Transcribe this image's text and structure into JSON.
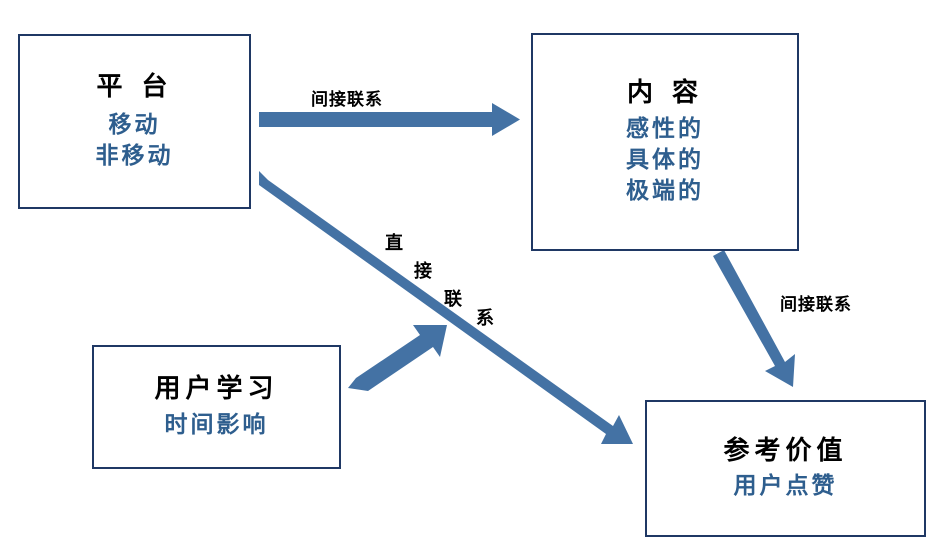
{
  "diagram": {
    "type": "flow-diagram",
    "palette": {
      "box_border": "#1F3864",
      "arrow_blue": "#4472A4",
      "subtitle_blue": "#2E5E8E",
      "title_black": "#000000",
      "background": "#FFFFFF"
    },
    "nodes": [
      {
        "id": "platform",
        "title": "平 台",
        "subtitles": [
          "移动",
          "非移动"
        ]
      },
      {
        "id": "content",
        "title": "内 容",
        "subtitles": [
          "感性的",
          "具体的",
          "极端的"
        ]
      },
      {
        "id": "learning",
        "title": "用户学习",
        "subtitles": [
          "时间影响"
        ]
      },
      {
        "id": "reference",
        "title": "参考价值",
        "subtitles": [
          "用户点赞"
        ]
      }
    ],
    "edges": [
      {
        "id": "platform-to-content",
        "label": "间接联系",
        "from": "platform",
        "to": "content",
        "style": "horizontal-right"
      },
      {
        "id": "platform-to-reference",
        "label": "直接联系",
        "label_chars": [
          "直",
          "接",
          "联",
          "系"
        ],
        "from": "platform",
        "to": "reference",
        "style": "diagonal-down-right"
      },
      {
        "id": "learning-to-platform-edge",
        "label": "",
        "from": "learning",
        "to": "platform-to-reference",
        "style": "diagonal-up-right"
      },
      {
        "id": "content-to-reference",
        "label": "间接联系",
        "from": "content",
        "to": "reference",
        "style": "diagonal-down-right"
      }
    ]
  }
}
